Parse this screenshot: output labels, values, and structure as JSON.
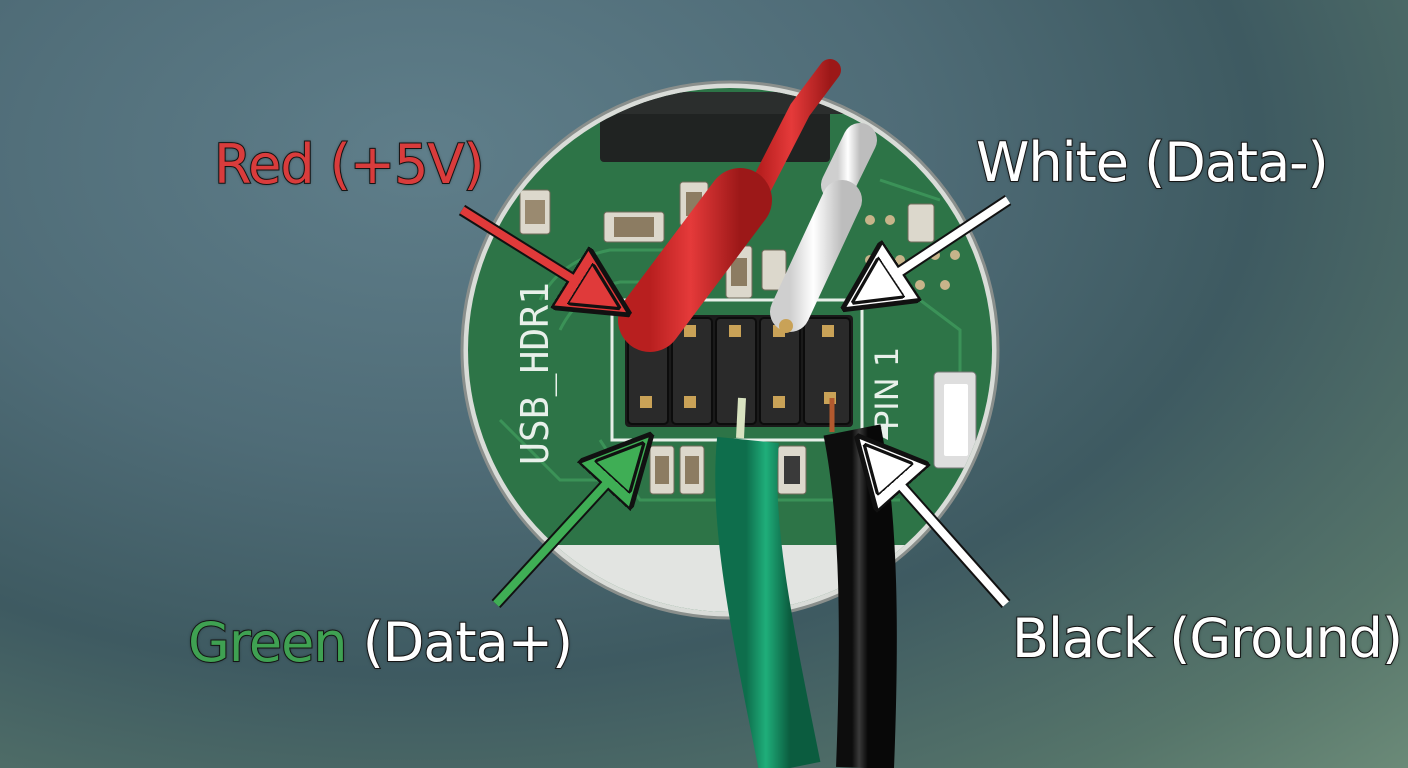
{
  "labels": {
    "red": "Red (+5V)",
    "white": "White (Data-)",
    "green_color_word": "Green",
    "green_rest": " (Data+)",
    "black": "Black (Ground)"
  },
  "board": {
    "header_silk": "USB_HDR1",
    "pin1_silk": "PIN 1"
  },
  "colors": {
    "red_wire": "#d42b2b",
    "white_wire": "#f2f2f2",
    "green_wire": "#169467",
    "black_wire": "#1c1c1c",
    "pcb": "#2f7a4a",
    "red_label": "#d93c3c",
    "green_label": "#3fa152"
  }
}
